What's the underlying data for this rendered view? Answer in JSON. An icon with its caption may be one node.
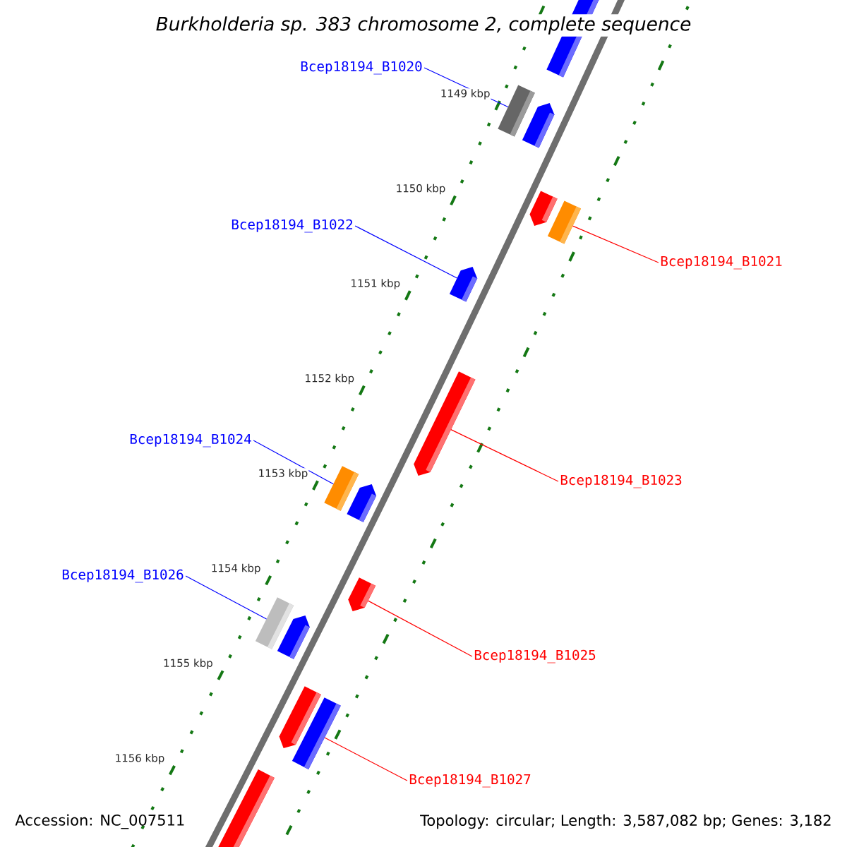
{
  "diagram": {
    "title": "Burkholderia sp. 383 chromosome 2, complete sequence",
    "nodes": [
      {
        "text": [
          "Bcep18194_B1020"
        ]
      },
      {
        "text": [
          "Bcep18194_B1022"
        ]
      },
      {
        "text": [
          "Bcep18194_B1021"
        ]
      },
      {
        "text": [
          "Bcep18194_B1024"
        ]
      },
      {
        "text": [
          "Bcep18194_B1023"
        ]
      },
      {
        "text": [
          "Bcep18194_B1026"
        ]
      },
      {
        "text": [
          "Bcep18194_B1025"
        ]
      },
      {
        "text": [
          "Bcep18194_B1027"
        ]
      },
      {
        "text": [],
        "shape": "pentagon"
      },
      {
        "text": [],
        "shape": "box"
      },
      {
        "text": [],
        "shape": "pentagon"
      },
      {
        "text": [],
        "shape": "pentagon"
      },
      {
        "text": [],
        "shape": "box"
      },
      {
        "text": [],
        "shape": "pentagon"
      },
      {
        "text": [],
        "shape": "pentagon"
      },
      {
        "text": [],
        "shape": "box"
      },
      {
        "text": [],
        "shape": "pentagon"
      },
      {
        "text": [],
        "shape": "pentagon"
      },
      {
        "text": [],
        "shape": "box"
      },
      {
        "text": [],
        "shape": "pentagon"
      },
      {
        "text": [],
        "shape": "pentagon"
      },
      {
        "text": [],
        "shape": "box"
      },
      {
        "text": [],
        "shape": "pentagon"
      }
    ],
    "edges": [
      {
        "from": 0,
        "to": 9,
        "arrow": "none",
        "color": "#0000ff"
      },
      {
        "from": 1,
        "to": 13,
        "arrow": "none",
        "color": "#0000ff"
      },
      {
        "from": 2,
        "to": 12,
        "arrow": "none",
        "color": "#ff0000"
      },
      {
        "from": 3,
        "to": 15,
        "arrow": "none",
        "color": "#0000ff"
      },
      {
        "from": 4,
        "to": 14,
        "arrow": "none",
        "color": "#ff0000"
      },
      {
        "from": 5,
        "to": 18,
        "arrow": "none",
        "color": "#0000ff"
      },
      {
        "from": 6,
        "to": 17,
        "arrow": "none",
        "color": "#ff0000"
      },
      {
        "from": 7,
        "to": 21,
        "arrow": "none",
        "color": "#ff0000"
      }
    ],
    "labels": [
      "1149 kbp",
      "1150 kbp",
      "1151 kbp",
      "1152 kbp",
      "1153 kbp",
      "1154 kbp",
      "1155 kbp",
      "1156 kbp",
      "Accession: NC_007511",
      "Topology: circular; Length: 3,587,082 bp; Genes: 3,182"
    ]
  }
}
